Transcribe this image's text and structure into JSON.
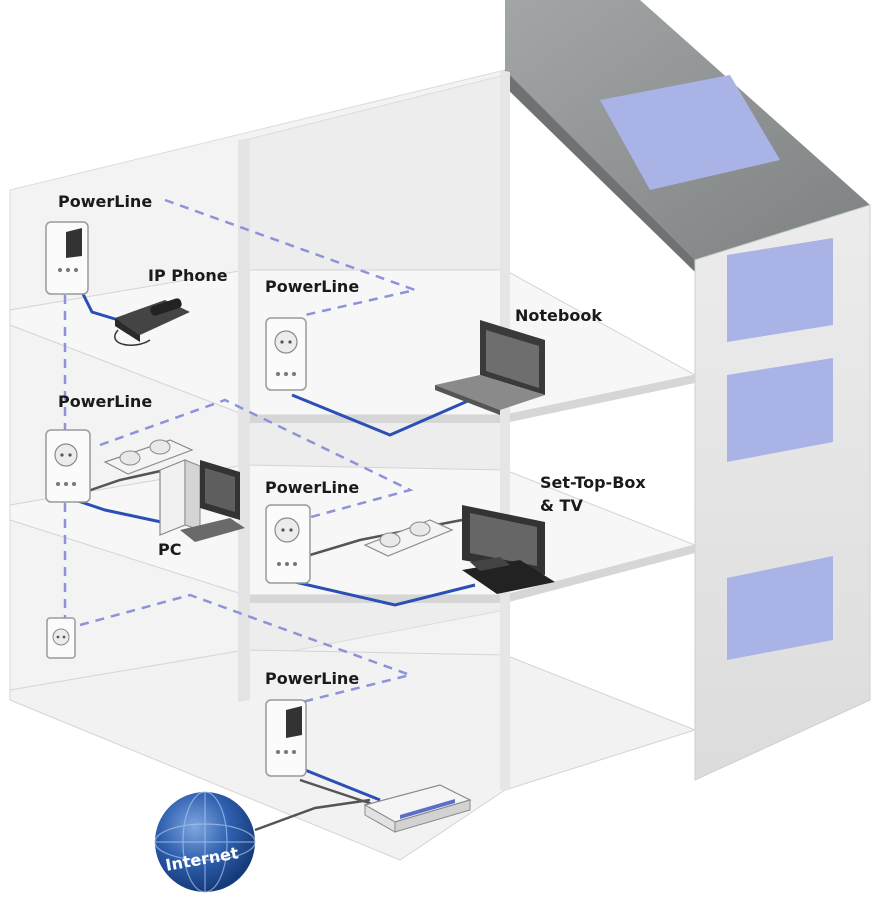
{
  "labels": {
    "powerline_top_left": "PowerLine",
    "ip_phone": "IP Phone",
    "powerline_top_mid": "PowerLine",
    "notebook": "Notebook",
    "powerline_mid_left": "PowerLine",
    "powerline_mid_center": "PowerLine",
    "set_top_box_line1": "Set-Top-Box",
    "set_top_box_line2": "& TV",
    "pc": "PC",
    "powerline_bottom": "PowerLine",
    "internet": "Internet"
  },
  "colors": {
    "wall": "#efefef",
    "wall_dark": "#d9d9d9",
    "roof": "#8f9393",
    "window": "#aab3e6",
    "cable_blue": "#2c4fb5",
    "dashed_line": "#8c93d9",
    "globe": "#2e5fae"
  }
}
